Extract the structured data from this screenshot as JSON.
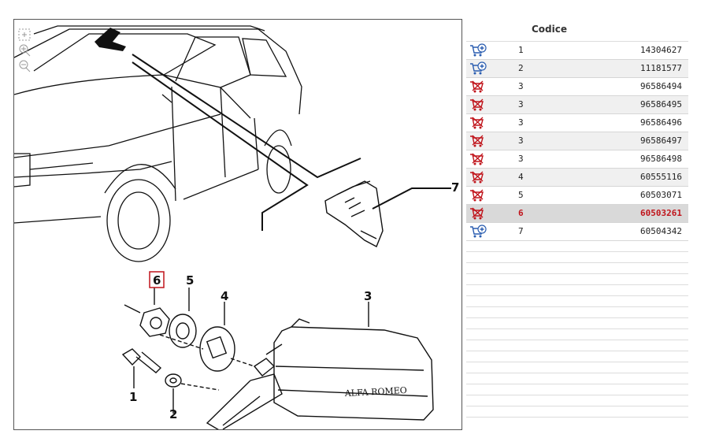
{
  "parts_table": {
    "header_code": "Codice",
    "rows": [
      {
        "pos": "1",
        "code": "14304627",
        "cart": "add-to-cart-icon",
        "selected": false
      },
      {
        "pos": "2",
        "code": "11181577",
        "cart": "add-to-cart-icon",
        "selected": false
      },
      {
        "pos": "3",
        "code": "96586494",
        "cart": "unavailable-cart-icon",
        "selected": false
      },
      {
        "pos": "3",
        "code": "96586495",
        "cart": "unavailable-cart-icon",
        "selected": false
      },
      {
        "pos": "3",
        "code": "96586496",
        "cart": "unavailable-cart-icon",
        "selected": false
      },
      {
        "pos": "3",
        "code": "96586497",
        "cart": "unavailable-cart-icon",
        "selected": false
      },
      {
        "pos": "3",
        "code": "96586498",
        "cart": "unavailable-cart-icon",
        "selected": false
      },
      {
        "pos": "4",
        "code": "60555116",
        "cart": "unavailable-cart-icon",
        "selected": false
      },
      {
        "pos": "5",
        "code": "60503071",
        "cart": "unavailable-cart-icon",
        "selected": false
      },
      {
        "pos": "6",
        "code": "60503261",
        "cart": "unavailable-cart-icon",
        "selected": true
      },
      {
        "pos": "7",
        "code": "60504342",
        "cart": "add-to-cart-icon",
        "selected": false
      }
    ]
  },
  "diagram": {
    "callouts": {
      "c1": "1",
      "c2": "2",
      "c3": "3",
      "c4": "4",
      "c5": "5",
      "c6": "6",
      "c7": "7"
    },
    "brand_text": "ALFA ROMEO",
    "highlight_color": "#c0141b"
  },
  "toolbar": {
    "icons": [
      "fit-to-window-icon",
      "zoom-in-icon",
      "zoom-out-icon"
    ]
  },
  "colors": {
    "selected_text": "#c0141b",
    "cart_add": "#2a5db0",
    "cart_unavailable": "#c0141b"
  }
}
